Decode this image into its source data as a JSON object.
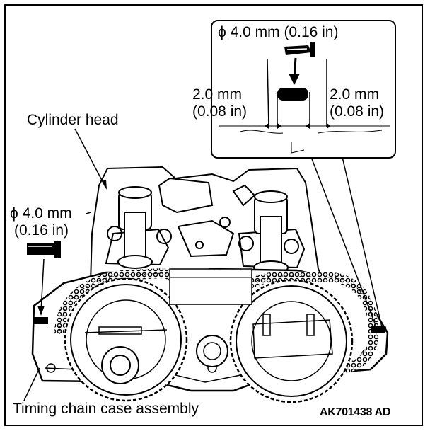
{
  "labels": {
    "cylinder_head": "Cylinder head",
    "pin_left_dia": "ϕ 4.0 mm",
    "pin_left_in": "(0.16 in)",
    "pin_inset_dia": "ϕ 4.0 mm (0.16 in)",
    "gap_left_mm": "2.0 mm",
    "gap_left_in": "(0.08 in)",
    "gap_right_mm": "2.0 mm",
    "gap_right_in": "(0.08 in)",
    "timing_chain_case": "Timing chain case assembly",
    "figure_code": "AK701438 AD"
  }
}
